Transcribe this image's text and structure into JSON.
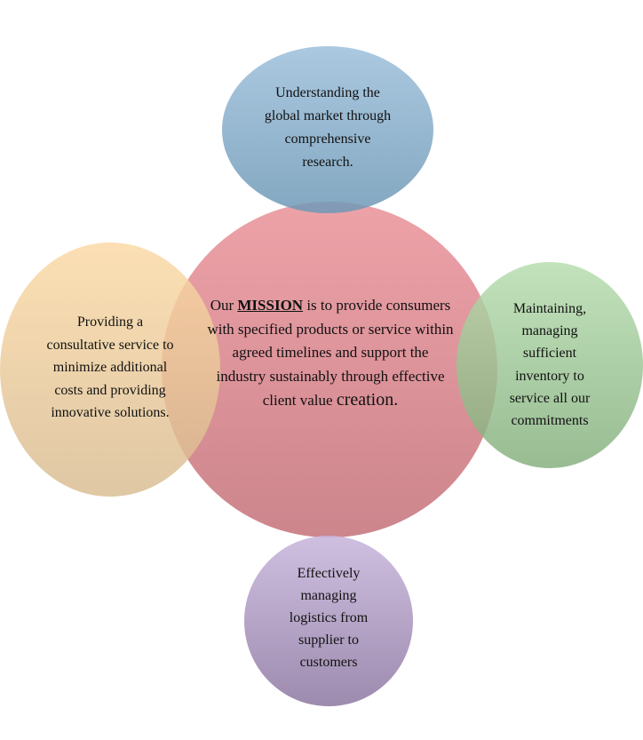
{
  "diagram": {
    "center": {
      "prefix": "Our ",
      "mission_word": "MISSION",
      "line1_rest": " is to provide",
      "body": "consumers with specified products or service within agreed timelines and support the industry sustainably through effective client value ",
      "last_word": "creation."
    },
    "top": {
      "text": "Understanding the\nglobal market through\ncomprehensive\nresearch."
    },
    "left": {
      "text": "Providing a\nconsultative service to\nminimize additional\ncosts and providing\ninnovative solutions."
    },
    "right": {
      "text": "Maintaining,\nmanaging\nsufficient\ninventory to\nservice all our\ncommitments"
    },
    "bottom": {
      "text": "Effectively\nmanaging\nlogistics from\nsupplier to\ncustomers"
    },
    "colors": {
      "center_top": "#eb9aa0",
      "center_bottom": "#c87b82",
      "top_top": "#9cbfdb",
      "top_bottom": "#6e98b6",
      "left_top": "#fbd8a3",
      "left_bottom": "#d8bb90",
      "right_top": "#b4dcac",
      "right_bottom": "#82ad7b",
      "bottom_top": "#c8b6dc",
      "bottom_bottom": "#8f7ba3"
    }
  }
}
